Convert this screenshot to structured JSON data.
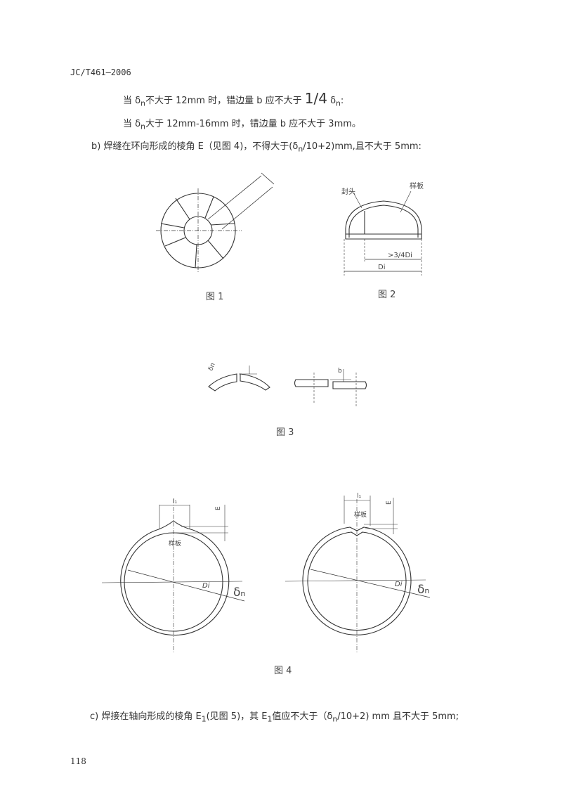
{
  "header": {
    "standard_code": "JC/T461—2006"
  },
  "paragraphs": {
    "line1_a": "当 δ",
    "line1_sub": "n",
    "line1_b": "不大于 12mm 时，错边量 b 应不大于 ",
    "line1_frac": "1/4",
    "line1_c": " δ",
    "line1_sub2": "n",
    "line1_d": ":",
    "line2_a": "当 δ",
    "line2_sub": "n",
    "line2_b": "大于 12mm-16mm 时，错边量 b 应不大于 3mm。",
    "item_b_a": "b)  焊缝在环向形成的棱角 E（见图 4)，不得大于(δ",
    "item_b_sub": "n",
    "item_b_b": "/10+2)mm,且不大于 5mm:",
    "item_c_a": "c)  焊接在轴向形成的棱角 E",
    "item_c_sub": "1",
    "item_c_b": "(见图 5)，其 E",
    "item_c_sub2": "1",
    "item_c_c": "值应不大于（δ",
    "item_c_sub3": "n",
    "item_c_d": "/10+2) mm 且不大于 5mm;"
  },
  "figures": {
    "fig1": {
      "caption": "图 1"
    },
    "fig2": {
      "caption": "图 2",
      "label_head": "封头",
      "label_template": "样板",
      "dim_three_quarter": ">3/4Di",
      "dim_di": "Di"
    },
    "fig3": {
      "caption": "图 3",
      "label_delta": "δn",
      "label_b": "b"
    },
    "fig4": {
      "caption": "图 4",
      "label_l1": "l₁",
      "label_e": "E",
      "label_template": "样板",
      "label_di": "Di",
      "label_delta": "δ",
      "label_delta_sub": "n"
    }
  },
  "footer": {
    "page_number": "118"
  }
}
